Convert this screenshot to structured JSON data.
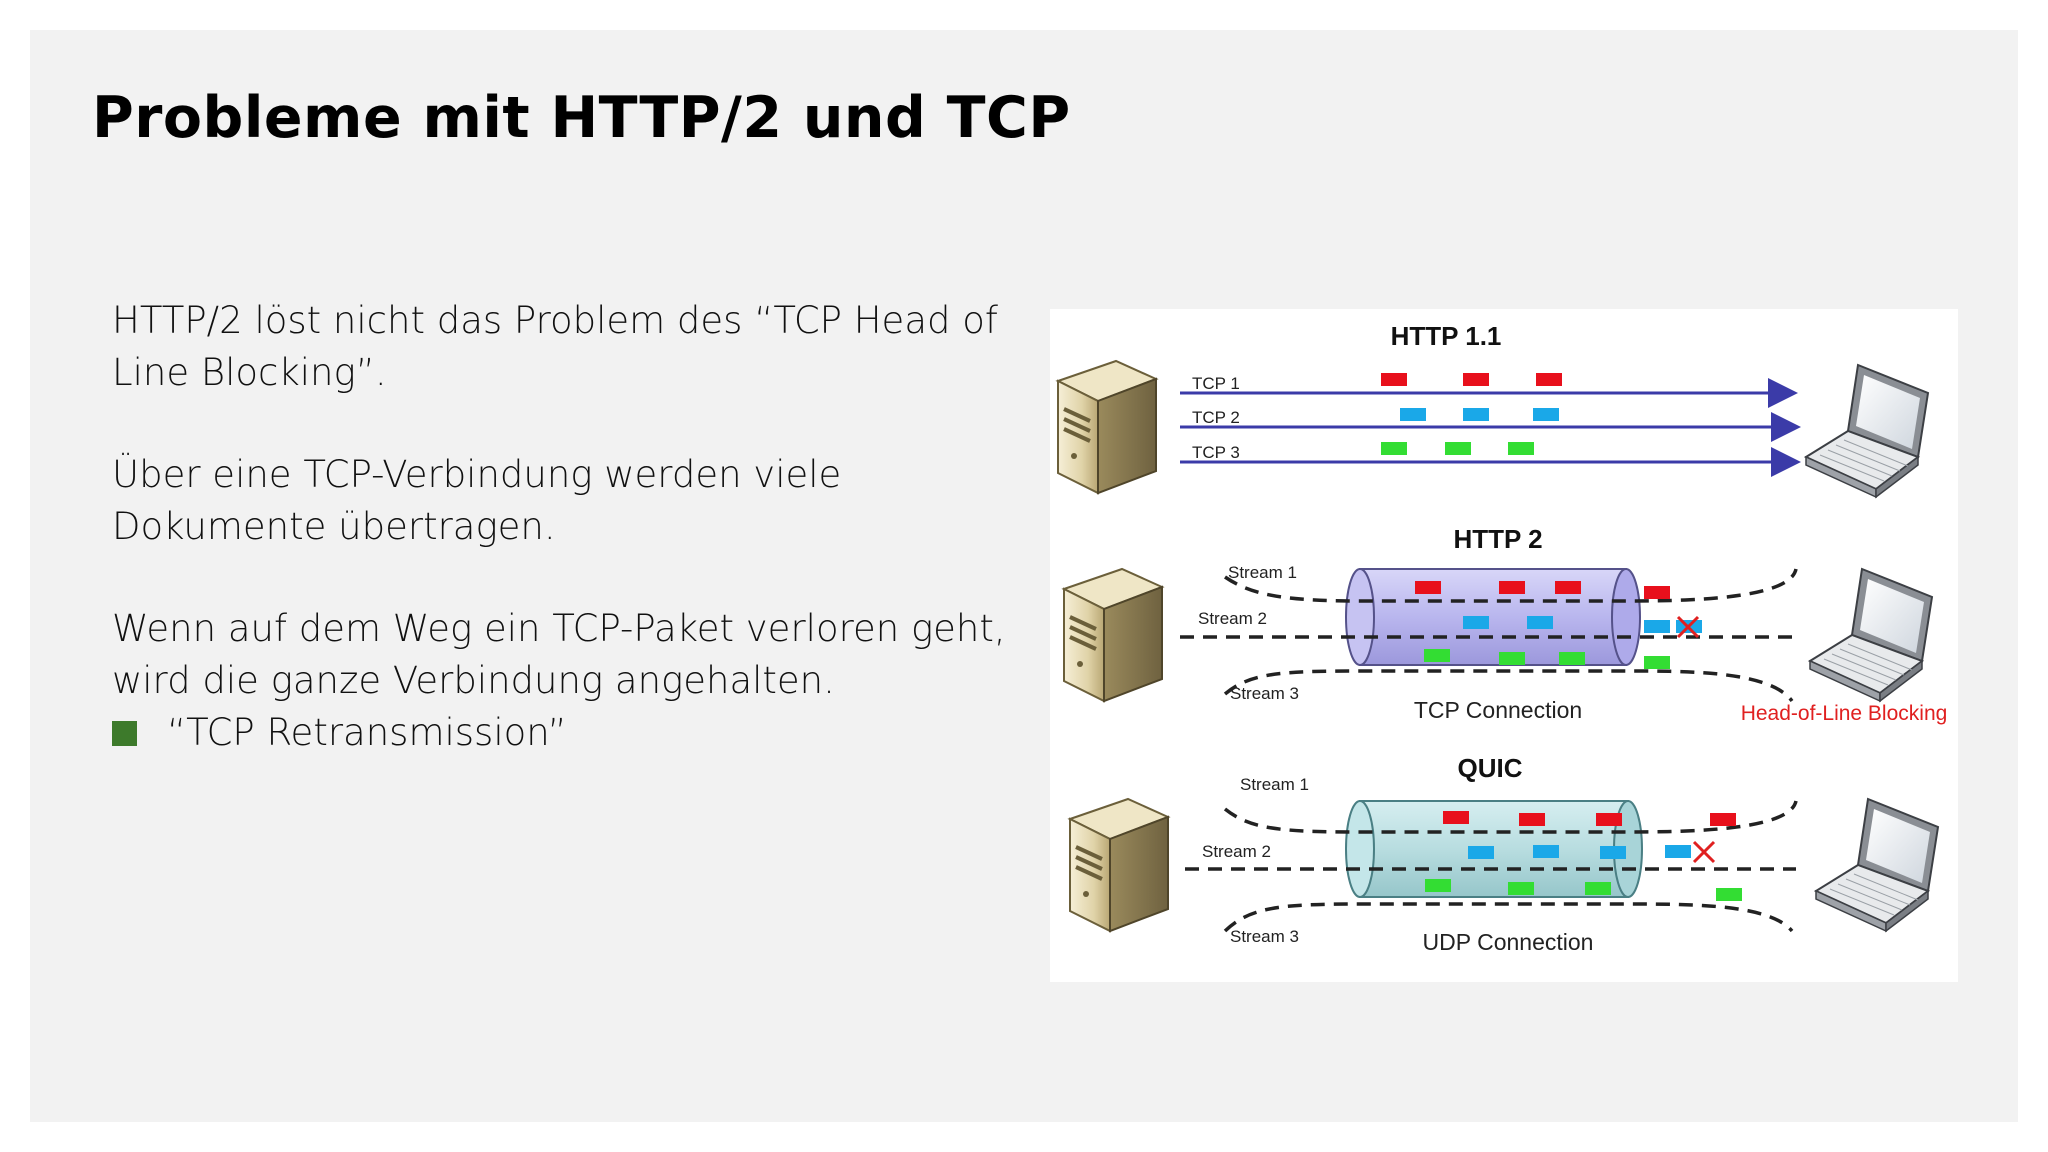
{
  "slide": {
    "title": "Probleme mit HTTP/2 und TCP",
    "paragraphs": [
      "HTTP/2 löst nicht das Problem des “TCP Head of Line Blocking”.",
      "Über eine TCP-Verbindung werden viele Dokumente übertragen.",
      "Wenn auf dem Weg ein TCP-Paket verloren geht, wird die ganze Verbindung angehalten."
    ],
    "bullet": "“TCP Retransmission”",
    "bullet_color": "#3d7a2b"
  },
  "diagram": {
    "http11": {
      "title": "HTTP 1.1",
      "lines": [
        "TCP 1",
        "TCP 2",
        "TCP 3"
      ]
    },
    "http2": {
      "title": "HTTP 2",
      "streams": [
        "Stream 1",
        "Stream 2",
        "Stream 3"
      ],
      "connection": "TCP Connection",
      "problem": "Head-of-Line Blocking"
    },
    "quic": {
      "title": "QUIC",
      "streams": [
        "Stream 1",
        "Stream 2",
        "Stream 3"
      ],
      "connection": "UDP Connection"
    },
    "colors": {
      "stream1": "#e8101c",
      "stream2": "#1aa8e8",
      "stream3": "#33dd33",
      "arrow": "#3b3ba8",
      "tcp_pipe": "#b9b6ee",
      "udp_pipe": "#b8dde0",
      "loss_mark": "#e02020"
    }
  }
}
